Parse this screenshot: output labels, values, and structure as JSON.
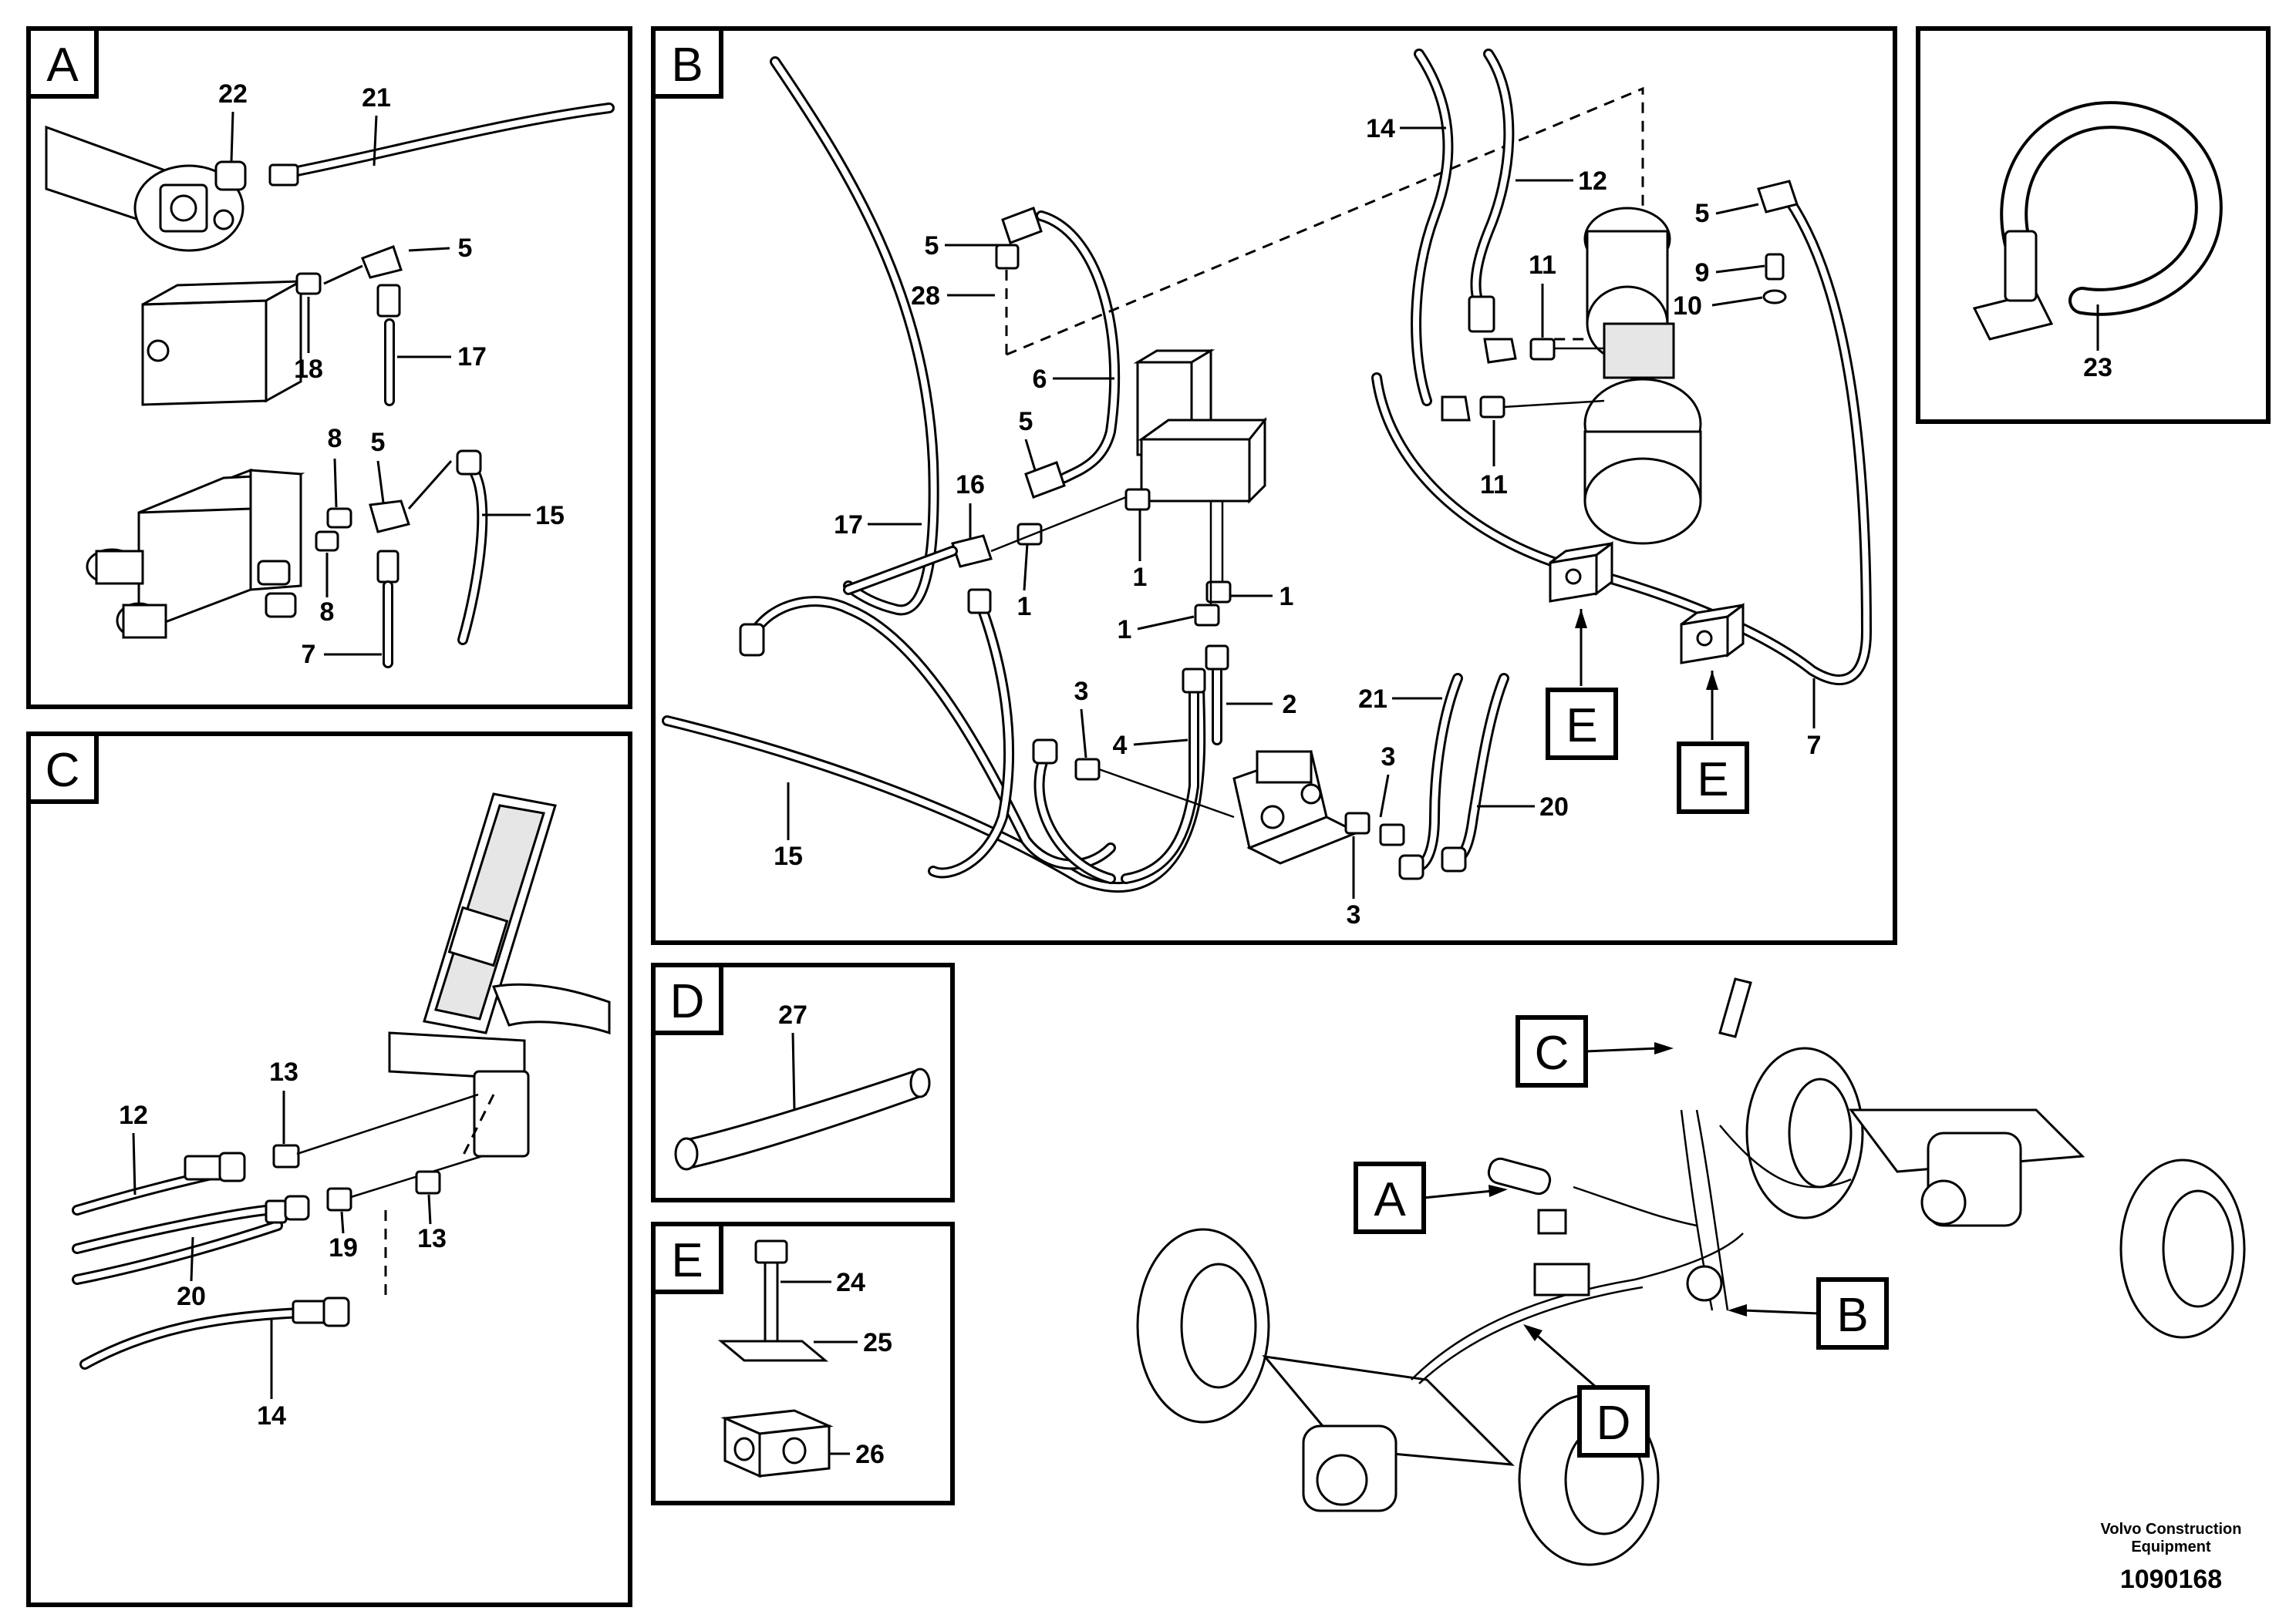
{
  "panels": {
    "A": {
      "tag": "A",
      "callouts": [
        "22",
        "21",
        "5",
        "18",
        "17",
        "8",
        "5",
        "15",
        "8",
        "7"
      ]
    },
    "B": {
      "tag": "B",
      "callouts": [
        "14",
        "12",
        "5",
        "9",
        "10",
        "11",
        "11",
        "5",
        "28",
        "6",
        "5",
        "16",
        "17",
        "1",
        "1",
        "1",
        "1",
        "3",
        "4",
        "2",
        "21",
        "3",
        "20",
        "15",
        "3",
        "7"
      ],
      "detail_tags": [
        "E",
        "E"
      ]
    },
    "C": {
      "tag": "C",
      "callouts": [
        "13",
        "12",
        "19",
        "13",
        "20",
        "14"
      ]
    },
    "D": {
      "tag": "D",
      "callouts": [
        "27"
      ]
    },
    "E": {
      "tag": "E",
      "callouts": [
        "24",
        "25",
        "26"
      ]
    },
    "clamp": {
      "callouts": [
        "23"
      ]
    },
    "overview": {
      "tags": [
        "C",
        "A",
        "B",
        "D"
      ]
    }
  },
  "footer": {
    "company_line1": "Volvo Construction",
    "company_line2": "Equipment",
    "figure_number": "1090168"
  }
}
